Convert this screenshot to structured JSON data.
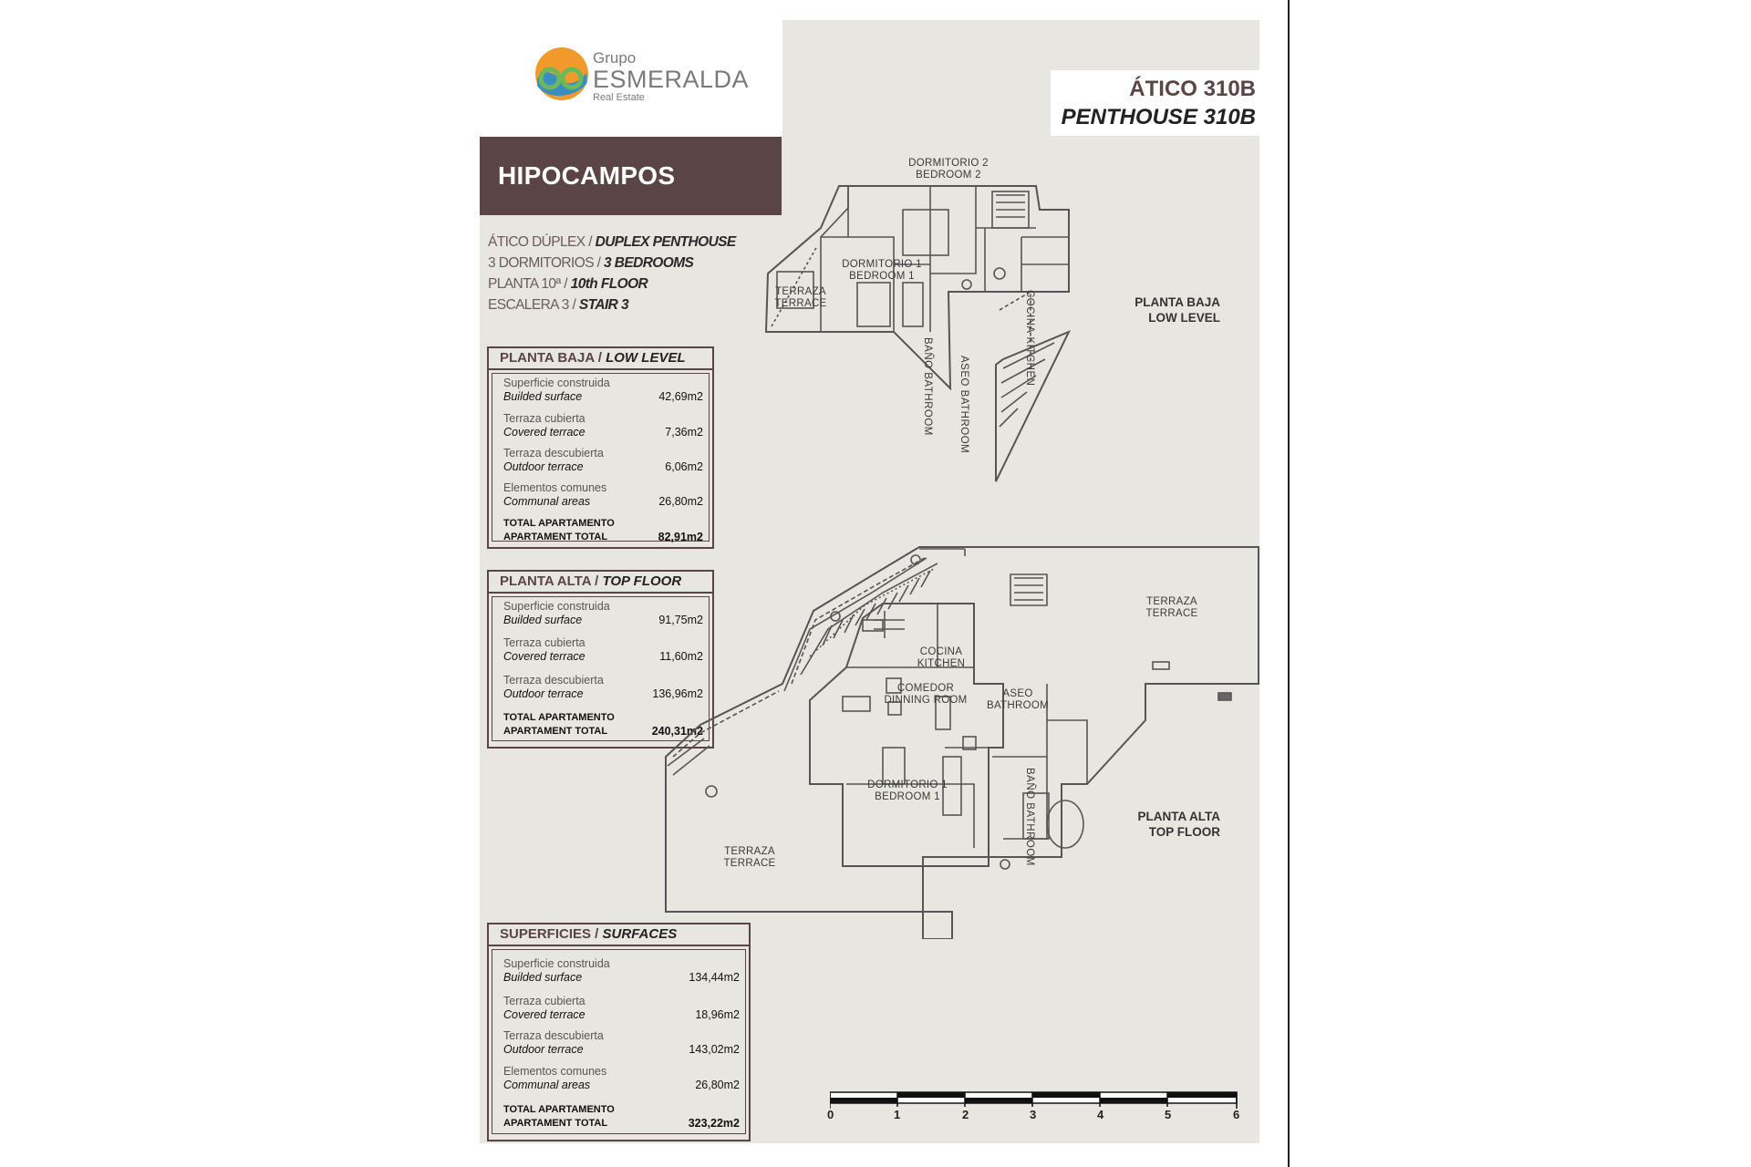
{
  "brand": {
    "grupo": "Grupo",
    "name": "ESMERALDA",
    "sub": "Real Estate"
  },
  "reference": {
    "es": "ÁTICO 310B",
    "en": "PENTHOUSE 310B"
  },
  "project_title": "HIPOCAMPOS",
  "info": [
    {
      "es": "ÁTICO DÚPLEX / ",
      "en": "DUPLEX PENTHOUSE"
    },
    {
      "es": "3 DORMITORIOS / ",
      "en": "3 BEDROOMS"
    },
    {
      "es": "PLANTA 10ª / ",
      "en": "10th FLOOR"
    },
    {
      "es": "ESCALERA 3 / ",
      "en": "STAIR 3"
    }
  ],
  "tables": {
    "low": {
      "title_es": "PLANTA BAJA / ",
      "title_en": "LOW LEVEL",
      "rows": [
        {
          "es": "Superficie construida",
          "en": "Builded surface",
          "value": "42,69m2"
        },
        {
          "es": "Terraza cubierta",
          "en": "Covered terrace",
          "value": "7,36m2"
        },
        {
          "es": "Terraza descubierta",
          "en": "Outdoor terrace",
          "value": "6,06m2"
        },
        {
          "es": "Elementos comunes",
          "en": "Communal areas",
          "value": "26,80m2"
        }
      ],
      "total": {
        "es": "TOTAL APARTAMENTO",
        "en": "APARTAMENT TOTAL",
        "value": "82,91m2"
      }
    },
    "top": {
      "title_es": "PLANTA ALTA / ",
      "title_en": "TOP FLOOR",
      "rows": [
        {
          "es": "Superficie construida",
          "en": "Builded surface",
          "value": "91,75m2"
        },
        {
          "es": "Terraza cubierta",
          "en": "Covered terrace",
          "value": "11,60m2"
        },
        {
          "es": "Terraza descubierta",
          "en": "Outdoor terrace",
          "value": "136,96m2"
        }
      ],
      "total": {
        "es": "TOTAL APARTAMENTO",
        "en": "APARTAMENT TOTAL",
        "value": "240,31m2"
      }
    },
    "surfaces": {
      "title_es": "SUPERFICIES / ",
      "title_en": "SURFACES",
      "rows": [
        {
          "es": "Superficie construida",
          "en": "Builded surface",
          "value": "134,44m2"
        },
        {
          "es": "Terraza cubierta",
          "en": "Covered terrace",
          "value": "18,96m2"
        },
        {
          "es": "Terraza descubierta",
          "en": "Outdoor terrace",
          "value": "143,02m2"
        },
        {
          "es": "Elementos comunes",
          "en": "Communal areas",
          "value": "26,80m2"
        }
      ],
      "total": {
        "es": "TOTAL APARTAMENTO",
        "en": "APARTAMENT TOTAL",
        "value": "323,22m2"
      }
    }
  },
  "plan_low": {
    "level_es": "PLANTA BAJA",
    "level_en": "LOW LEVEL",
    "rooms": {
      "bedroom2": [
        "DORMITORIO 2",
        "BEDROOM 2"
      ],
      "bedroom1": [
        "DORMITORIO 1",
        "BEDROOM 1"
      ],
      "terrace": [
        "TERRAZA",
        "TERRACE"
      ],
      "kitchen": [
        "COCINA",
        "KITCHEN"
      ],
      "bath": [
        "BAÑO",
        "BATHROOM"
      ],
      "toilet": [
        "ASEO",
        "BATHROOM"
      ]
    }
  },
  "plan_top": {
    "level_es": "PLANTA ALTA",
    "level_en": "TOP FLOOR",
    "rooms": {
      "terrace_right": [
        "TERRAZA",
        "TERRACE"
      ],
      "kitchen": [
        "COCINA",
        "KITCHEN"
      ],
      "dining": [
        "COMEDOR",
        "DINNING ROOM"
      ],
      "toilet": [
        "ASEO",
        "BATHROOM"
      ],
      "bedroom1": [
        "DORMITORIO 1",
        "BEDROOM 1"
      ],
      "bath": [
        "BAÑO",
        "BATHROOM"
      ],
      "terrace_left": [
        "TERRAZA",
        "TERRACE"
      ]
    }
  },
  "scale": [
    "0",
    "1",
    "2",
    "3",
    "4",
    "5",
    "6"
  ],
  "colors": {
    "brand": "#5b4445",
    "paper": "#e7e6e0",
    "logo_orange": "#f19a2b",
    "logo_green": "#6cb85a",
    "logo_blue": "#3a8fc2"
  }
}
